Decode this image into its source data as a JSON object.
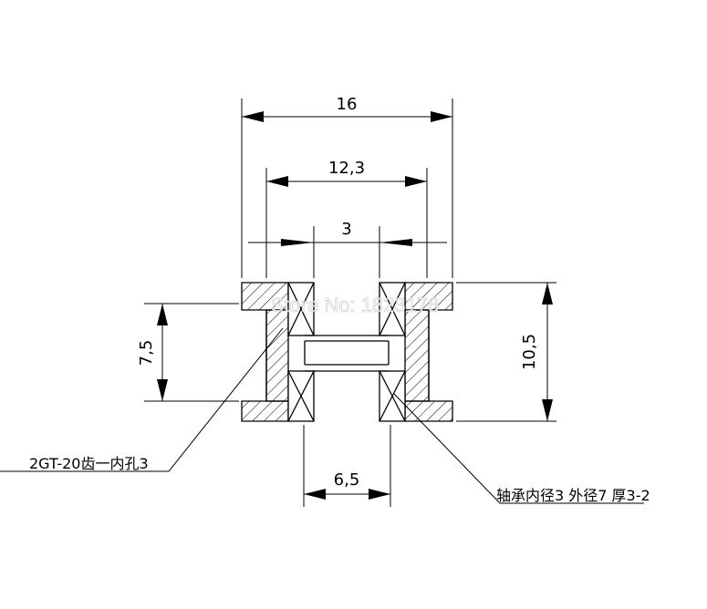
{
  "dimensions": {
    "overall_width": "16",
    "inner_width": "12,3",
    "bore_width": "3",
    "bottom_width": "6,5",
    "body_height": "7,5",
    "total_height": "10,5"
  },
  "callouts": {
    "pulley": "2GT-20齿一内孔3",
    "bearing": "轴承内径3 外径7 厚3-2"
  },
  "watermark": "Store No: 1823178"
}
